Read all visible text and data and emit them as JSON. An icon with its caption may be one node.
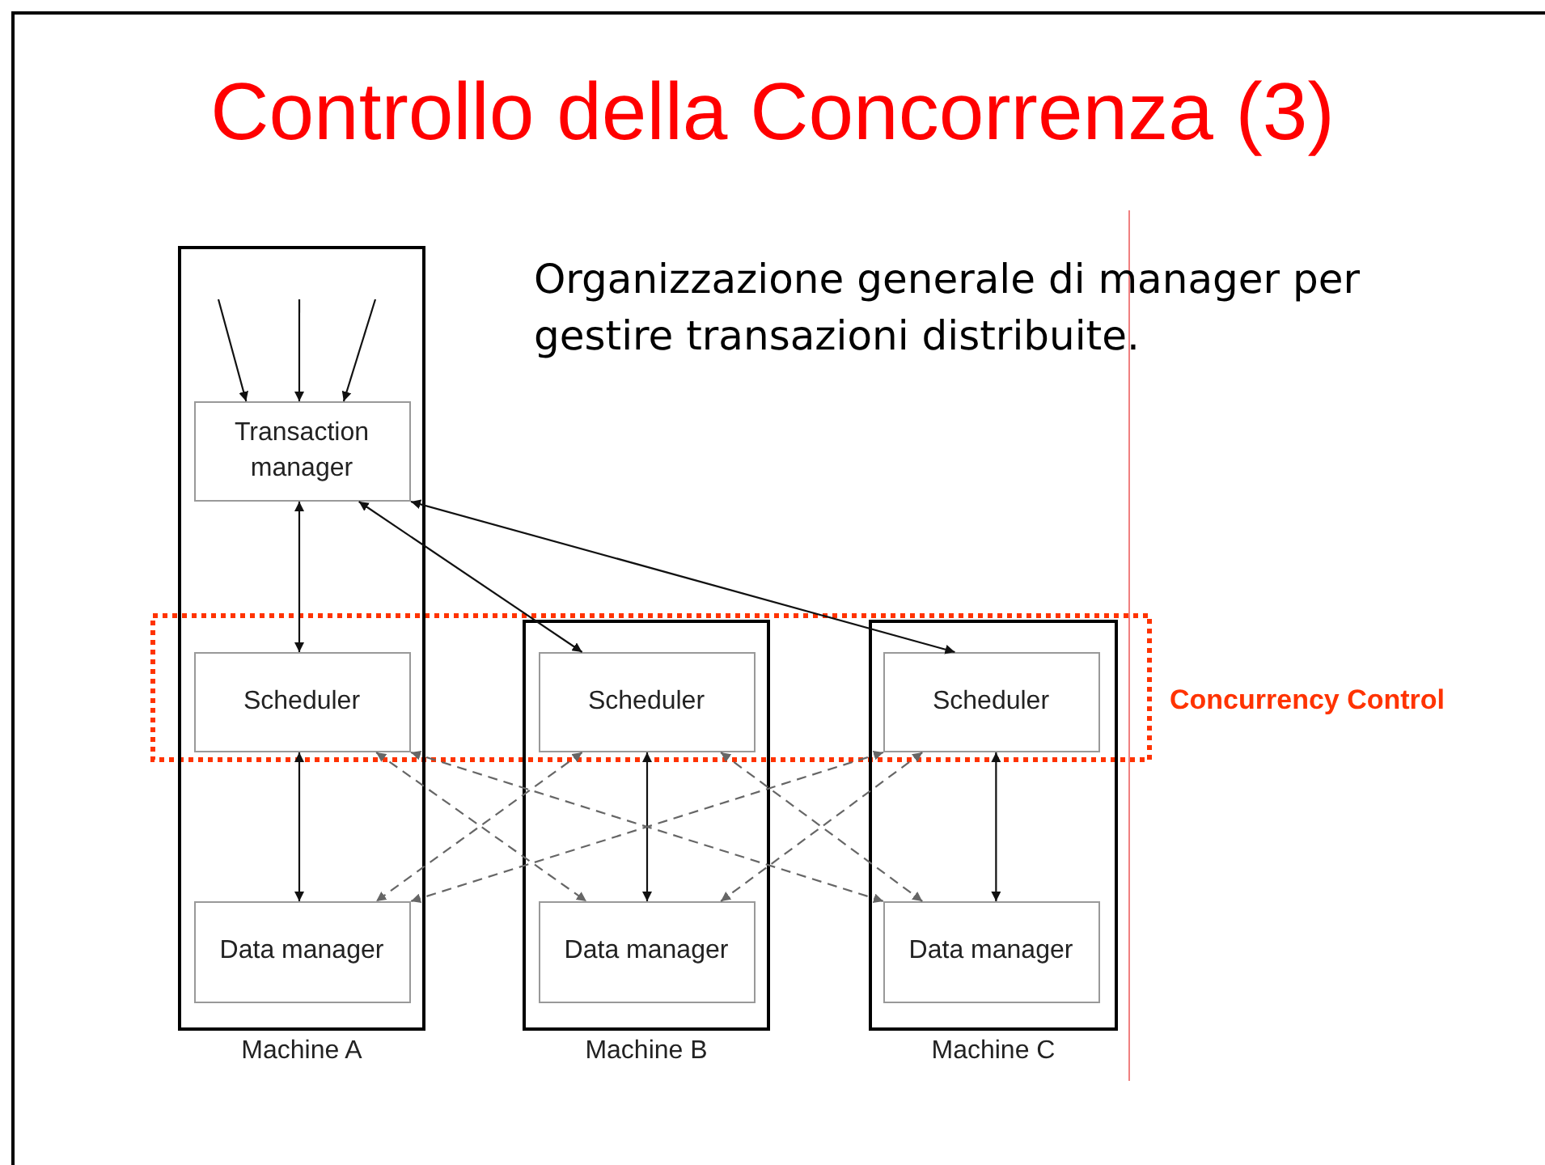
{
  "diagram": {
    "title": "Controllo della Concorrenza (3)",
    "nodes": [
      {
        "text": [
          "Machine A"
        ]
      },
      {
        "text": [
          "Transaction manager"
        ],
        "in": 0
      },
      {
        "text": [
          "Scheduler"
        ],
        "in": 0
      },
      {
        "text": [
          "Data manager"
        ],
        "in": 0
      },
      {
        "text": [
          "Machine B"
        ]
      },
      {
        "text": [
          "Scheduler"
        ],
        "in": 4
      },
      {
        "text": [
          "Data manager"
        ],
        "in": 4
      },
      {
        "text": [
          "Machine C"
        ]
      },
      {
        "text": [
          "Scheduler"
        ],
        "in": 7
      },
      {
        "text": [
          "Data manager"
        ],
        "in": 7
      }
    ],
    "edges": [
      {
        "from": null,
        "to": 1,
        "arrow": "to"
      },
      {
        "from": null,
        "to": 1,
        "arrow": "to"
      },
      {
        "from": null,
        "to": 1,
        "arrow": "to"
      },
      {
        "from": 1,
        "to": 2,
        "arrow": "both"
      },
      {
        "from": 1,
        "to": 5,
        "arrow": "both"
      },
      {
        "from": 1,
        "to": 8,
        "arrow": "both"
      },
      {
        "from": 2,
        "to": 3,
        "arrow": "both"
      },
      {
        "from": 5,
        "to": 6,
        "arrow": "both"
      },
      {
        "from": 8,
        "to": 9,
        "arrow": "both"
      },
      {
        "from": 2,
        "to": 6,
        "arrow": "both",
        "style": "dashed",
        "color": "#666666"
      },
      {
        "from": 2,
        "to": 9,
        "arrow": "both",
        "style": "dashed",
        "color": "#666666"
      },
      {
        "from": 5,
        "to": 3,
        "arrow": "both",
        "style": "dashed",
        "color": "#666666"
      },
      {
        "from": 8,
        "to": 3,
        "arrow": "both",
        "style": "dashed",
        "color": "#666666"
      },
      {
        "from": 5,
        "to": 9,
        "arrow": "both",
        "style": "dashed",
        "color": "#666666"
      },
      {
        "from": 8,
        "to": 6,
        "arrow": "both",
        "style": "dashed",
        "color": "#666666"
      }
    ],
    "labels": [
      "Organizzazione generale di manager per gestire transazioni distribuite.",
      "Concurrency Control"
    ]
  }
}
